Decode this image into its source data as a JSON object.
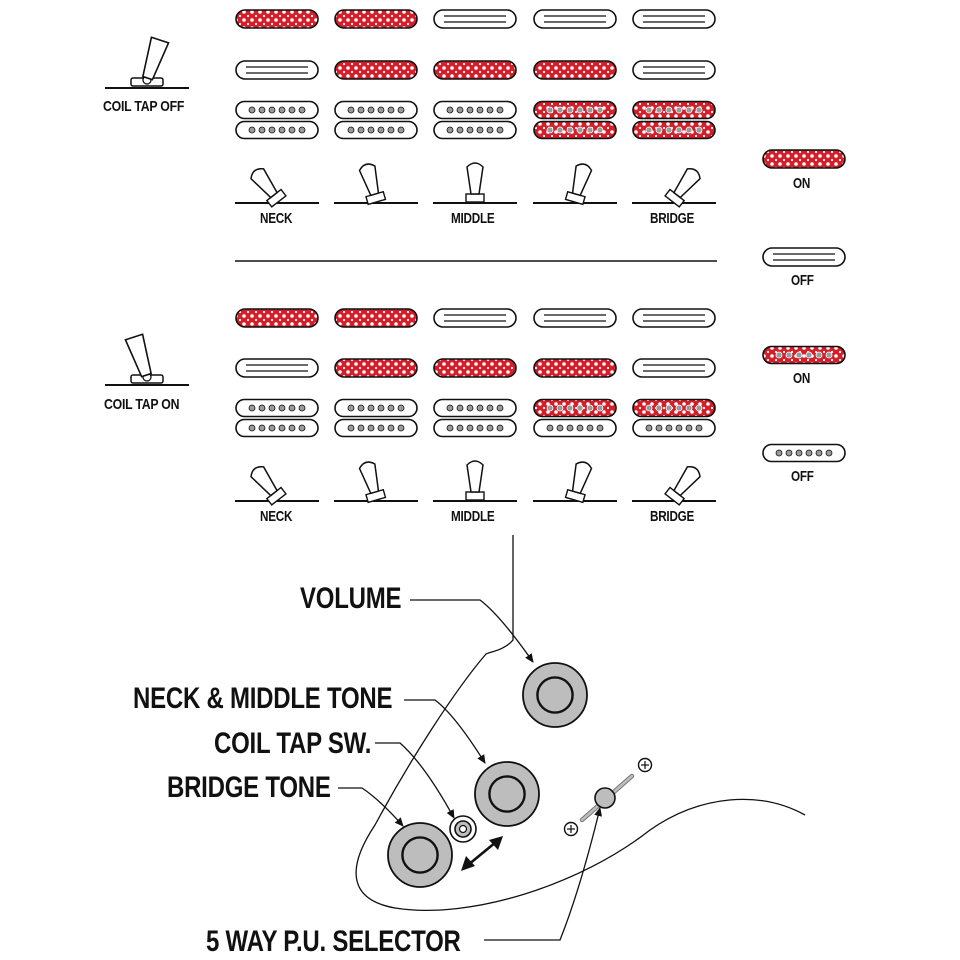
{
  "labels": {
    "coil_tap_off": "COIL TAP OFF",
    "coil_tap_on": "COIL TAP ON",
    "neck": "NECK",
    "middle": "MIDDLE",
    "bridge": "BRIDGE"
  },
  "legend": {
    "single_on": "ON",
    "single_off": "OFF",
    "humbucker_on": "ON",
    "humbucker_off": "OFF"
  },
  "controls": {
    "volume": "VOLUME",
    "neck_middle_tone": "NECK & MIDDLE TONE",
    "coil_tap_sw": "COIL TAP SW.",
    "bridge_tone": "BRIDGE TONE",
    "selector": "5 WAY P.U. SELECTOR"
  },
  "colors": {
    "active": "#d41f2a",
    "outline": "#111111",
    "knob": "#bdbdbd"
  },
  "tables": [
    {
      "mode": "coil_tap_off",
      "positions": [
        {
          "neck": true,
          "middle": false,
          "bridge_coils": [
            false,
            false
          ],
          "selector": "neck"
        },
        {
          "neck": true,
          "middle": true,
          "bridge_coils": [
            false,
            false
          ],
          "selector": "neck-middle"
        },
        {
          "neck": false,
          "middle": true,
          "bridge_coils": [
            false,
            false
          ],
          "selector": "middle"
        },
        {
          "neck": false,
          "middle": true,
          "bridge_coils": [
            true,
            true
          ],
          "selector": "middle-bridge"
        },
        {
          "neck": false,
          "middle": false,
          "bridge_coils": [
            true,
            true
          ],
          "selector": "bridge"
        }
      ]
    },
    {
      "mode": "coil_tap_on",
      "positions": [
        {
          "neck": true,
          "middle": false,
          "bridge_coils": [
            false,
            false
          ],
          "selector": "neck"
        },
        {
          "neck": true,
          "middle": true,
          "bridge_coils": [
            false,
            false
          ],
          "selector": "neck-middle"
        },
        {
          "neck": false,
          "middle": true,
          "bridge_coils": [
            false,
            false
          ],
          "selector": "middle"
        },
        {
          "neck": false,
          "middle": true,
          "bridge_coils": [
            true,
            false
          ],
          "selector": "middle-bridge"
        },
        {
          "neck": false,
          "middle": false,
          "bridge_coils": [
            true,
            false
          ],
          "selector": "bridge"
        }
      ]
    }
  ]
}
